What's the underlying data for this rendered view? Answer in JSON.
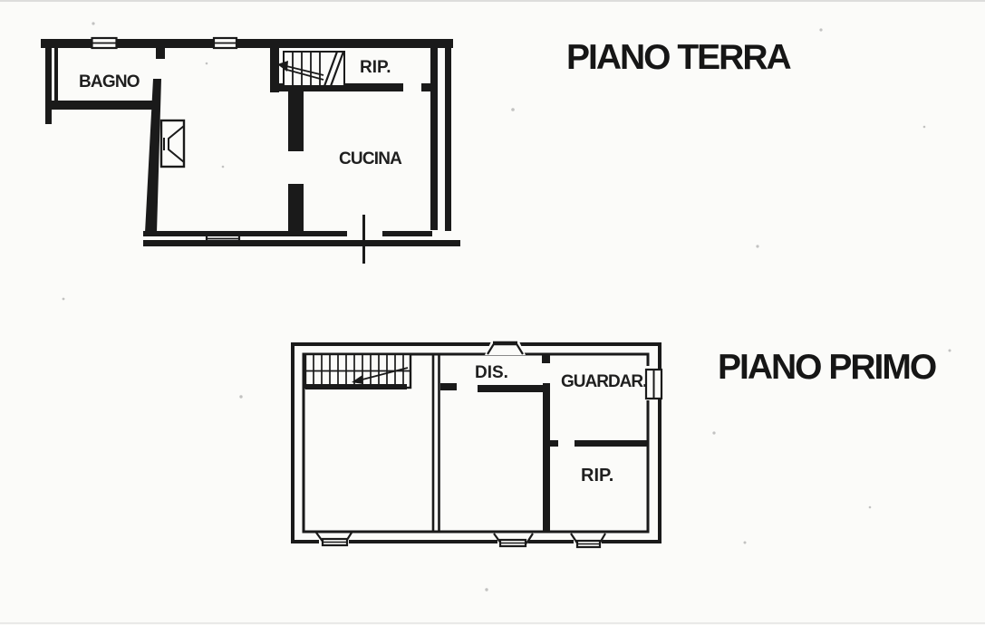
{
  "document": {
    "paper_color": "#fbfbf9",
    "ink_color": "#1a1a1a"
  },
  "floors": [
    {
      "title": "PIANO TERRA",
      "rooms": [
        {
          "id": "bagno",
          "label": "BAGNO"
        },
        {
          "id": "rip",
          "label": "RIP."
        },
        {
          "id": "cucina",
          "label": "CUCINA"
        }
      ]
    },
    {
      "title": "PIANO PRIMO",
      "rooms": [
        {
          "id": "dis",
          "label": "DIS."
        },
        {
          "id": "guardar",
          "label": "GUARDAR."
        },
        {
          "id": "rip",
          "label": "RIP."
        }
      ]
    }
  ]
}
